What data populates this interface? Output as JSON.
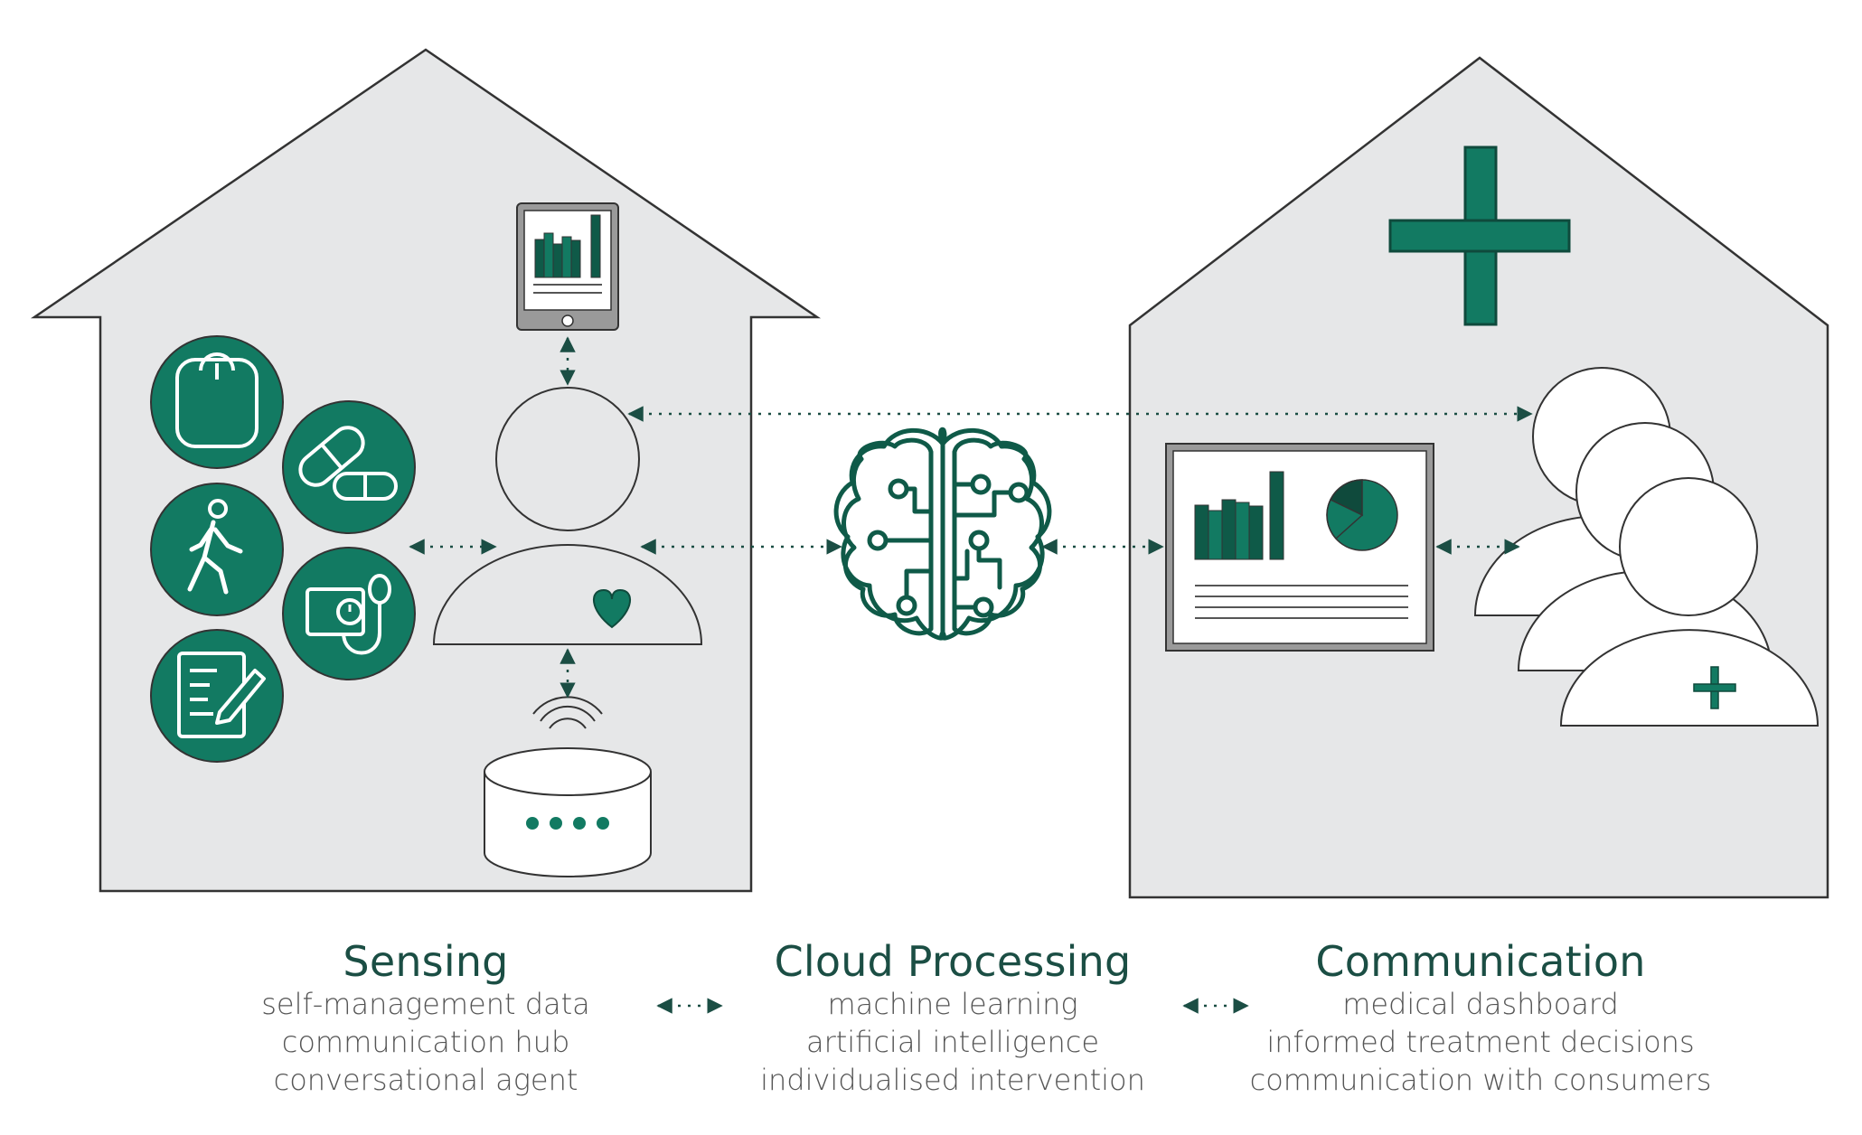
{
  "colors": {
    "accent": "#127a62",
    "dark_accent": "#0f5a48",
    "house_fill": "#e6e7e8",
    "stroke": "#333333",
    "connector": "#1b4e44",
    "text": "#555555",
    "title_text": "#1b4e44"
  },
  "sections": [
    {
      "title": "Sensing",
      "lines": [
        "self-management data",
        "communication hub",
        "conversational agent"
      ]
    },
    {
      "title": "Cloud Processing",
      "lines": [
        "machine learning",
        "artificial intelligence",
        "individualised intervention"
      ]
    },
    {
      "title": "Communication",
      "lines": [
        "medical dashboard",
        "informed treatment decisions",
        "communication with consumers"
      ]
    }
  ],
  "icons": {
    "home_house": "home-house-icon",
    "clinic_house": "clinic-house-icon",
    "medical_cross": "medical-cross-icon",
    "tablet": "tablet-chart-icon",
    "user": "person-icon",
    "heart": "heart-icon",
    "smart_speaker": "smart-speaker-icon",
    "wifi": "wifi-signal-icon",
    "weight_scale": "weight-scale-icon",
    "pills": "pills-icon",
    "walking": "walking-person-icon",
    "blood_pressure": "blood-pressure-monitor-icon",
    "notes": "notes-pencil-icon",
    "brain": "ai-brain-icon",
    "dashboard": "medical-dashboard-icon",
    "clinicians": "clinicians-group-icon"
  }
}
